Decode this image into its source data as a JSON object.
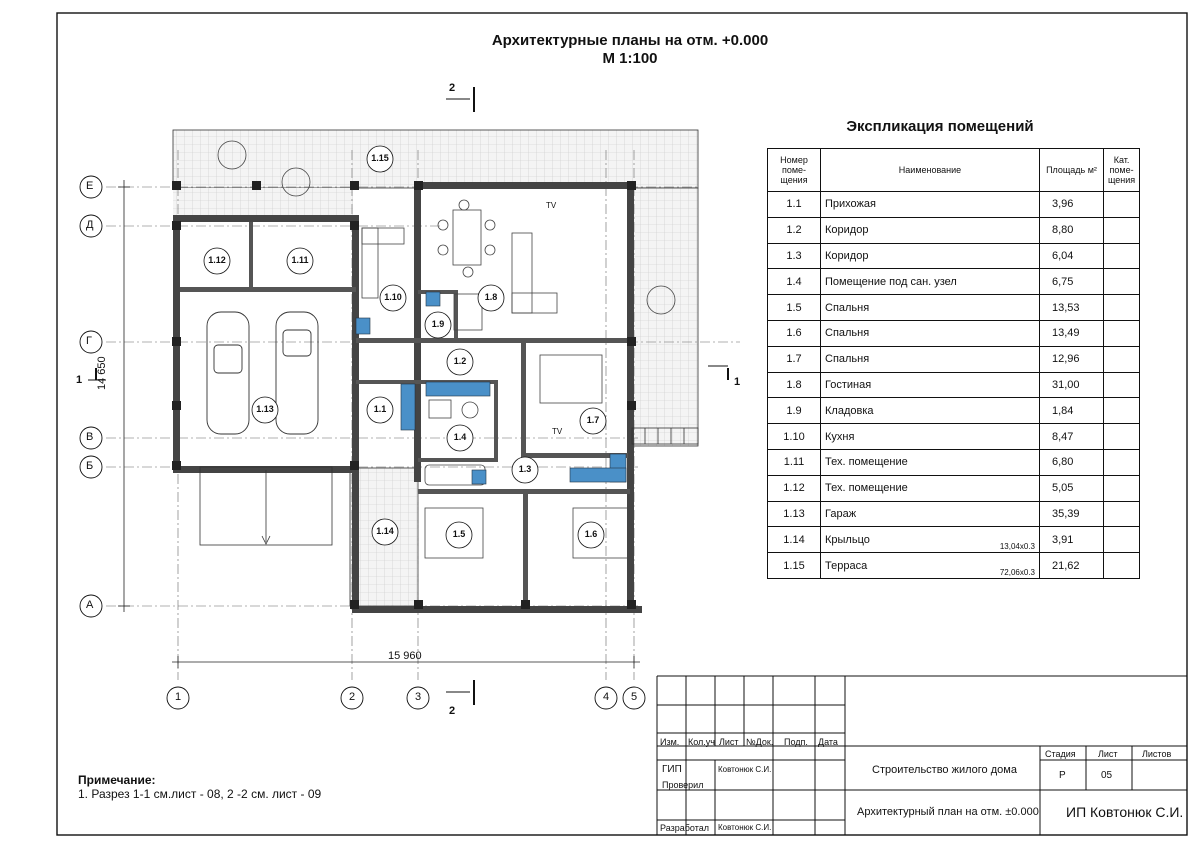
{
  "drawing": {
    "title_line1": "Архитектурные планы на отм. +0.000",
    "title_line2": "М 1:100",
    "section_mark": "2",
    "section_mark_side": "1",
    "dimension_width": "15 960",
    "dimension_height": "14 650",
    "axes_horizontal": [
      "Е",
      "Д",
      "Г",
      "В",
      "Б",
      "А"
    ],
    "axes_vertical": [
      "1",
      "2",
      "3",
      "4",
      "5"
    ],
    "room_labels": [
      "1.15",
      "1.12",
      "1.11",
      "1.10",
      "1.8",
      "1.9",
      "1.2",
      "1.7",
      "1.1",
      "1.4",
      "1.13",
      "1.3",
      "1.14",
      "1.5",
      "1.6"
    ],
    "tv_label": "TV"
  },
  "explication": {
    "title": "Экспликация помещений",
    "headers": {
      "num": "Номер поме- щения",
      "name": "Наименование",
      "area": "Площадь м²",
      "cat": "Кат. поме- щения"
    },
    "rows": [
      {
        "num": "1.1",
        "name": "Прихожая",
        "area": "3,96",
        "formula": ""
      },
      {
        "num": "1.2",
        "name": "Коридор",
        "area": "8,80",
        "formula": ""
      },
      {
        "num": "1.3",
        "name": "Коридор",
        "area": "6,04",
        "formula": ""
      },
      {
        "num": "1.4",
        "name": "Помещение под сан. узел",
        "area": "6,75",
        "formula": ""
      },
      {
        "num": "1.5",
        "name": "Спальня",
        "area": "13,53",
        "formula": ""
      },
      {
        "num": "1.6",
        "name": "Спальня",
        "area": "13,49",
        "formula": ""
      },
      {
        "num": "1.7",
        "name": "Спальня",
        "area": "12,96",
        "formula": ""
      },
      {
        "num": "1.8",
        "name": "Гостиная",
        "area": "31,00",
        "formula": ""
      },
      {
        "num": "1.9",
        "name": "Кладовка",
        "area": "1,84",
        "formula": ""
      },
      {
        "num": "1.10",
        "name": "Кухня",
        "area": "8,47",
        "formula": ""
      },
      {
        "num": "1.11",
        "name": "Тех. помещение",
        "area": "6,80",
        "formula": ""
      },
      {
        "num": "1.12",
        "name": "Тех. помещение",
        "area": "5,05",
        "formula": ""
      },
      {
        "num": "1.13",
        "name": "Гараж",
        "area": "35,39",
        "formula": ""
      },
      {
        "num": "1.14",
        "name": "Крыльцо",
        "area": "3,91",
        "formula": "13,04x0.3"
      },
      {
        "num": "1.15",
        "name": "Терраса",
        "area": "21,62",
        "formula": "72,06x0.3"
      }
    ]
  },
  "note": {
    "heading": "Примечание:",
    "text": "1. Разрез 1-1 см.лист - 08, 2 -2 см. лист - 09"
  },
  "title_block": {
    "col_izm": "Изм.",
    "col_koluch": "Кол.уч",
    "col_list": "Лист",
    "col_ndok": "№Док.",
    "col_podp": "Подп.",
    "col_data": "Дата",
    "gip_role": "ГИП",
    "gip_name": "Ковтонюк С.И.",
    "checked_role": "Проверил",
    "developed_role": "Разработал",
    "developed_name": "Ковтонюк С.И.",
    "project": "Строительство жилого дома",
    "sheet_title": "Архитектурный план на отм. ±0.000",
    "company": "ИП Ковтонюк С.И.",
    "stage_label": "Стадия",
    "list_label": "Лист",
    "lists_label": "Листов",
    "stage_value": "Р",
    "list_value": "05",
    "lists_value": ""
  }
}
